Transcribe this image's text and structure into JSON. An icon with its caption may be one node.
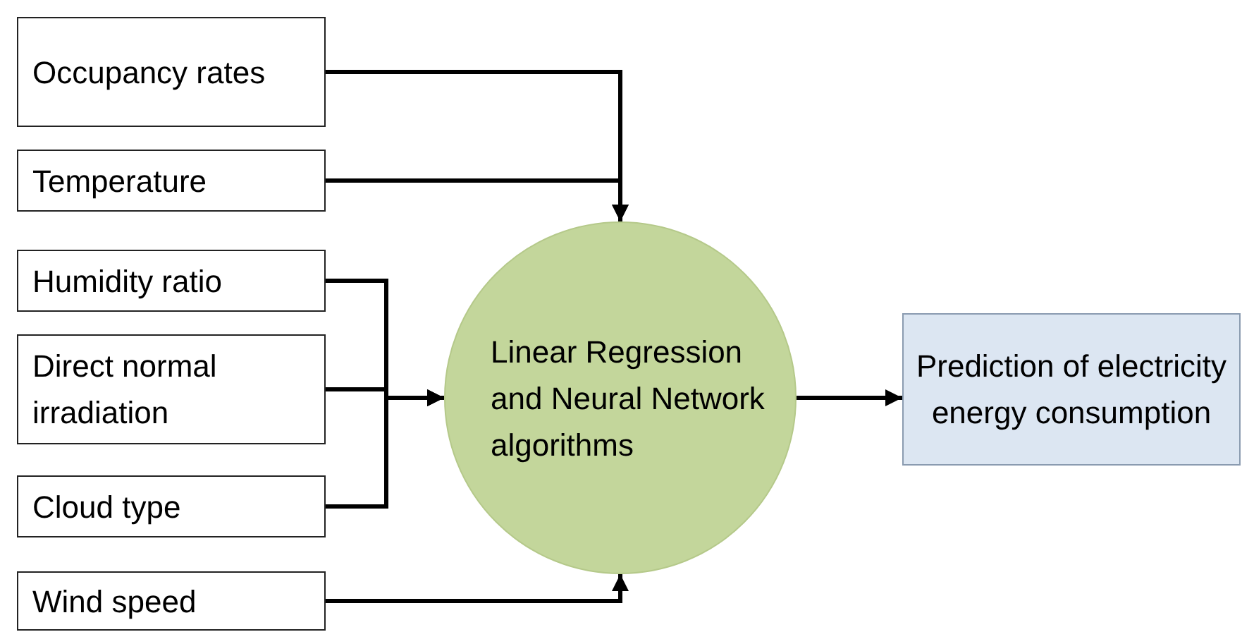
{
  "diagram": {
    "nodes": [
      {
        "text": [
          "Occupancy rates"
        ]
      },
      {
        "text": [
          "Temperature"
        ]
      },
      {
        "text": [
          "Humidity ratio"
        ]
      },
      {
        "text": [
          "Direct normal irradiation"
        ]
      },
      {
        "text": [
          "Cloud type"
        ]
      },
      {
        "text": [
          "Wind speed"
        ]
      },
      {
        "text": [
          "Linear Regression and Neural Network algorithms"
        ]
      },
      {
        "text": [
          "Prediction of electricity energy consumption"
        ]
      }
    ],
    "edges": [
      {
        "from": 0,
        "to": 6,
        "arrow": "to"
      },
      {
        "from": 1,
        "to": 6,
        "arrow": "to"
      },
      {
        "from": 2,
        "to": 6,
        "arrow": "to"
      },
      {
        "from": 3,
        "to": 6,
        "arrow": "to"
      },
      {
        "from": 4,
        "to": 6,
        "arrow": "to"
      },
      {
        "from": 5,
        "to": 6,
        "arrow": "to"
      },
      {
        "from": 6,
        "to": 7,
        "arrow": "to"
      }
    ]
  }
}
